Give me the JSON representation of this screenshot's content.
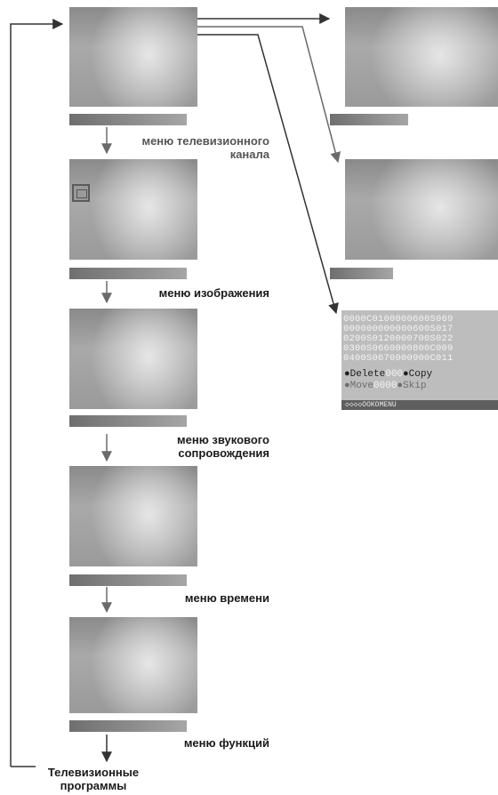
{
  "menus": [
    {
      "id": "channel",
      "line1": "меню телевизионного",
      "line2": "канала"
    },
    {
      "id": "picture",
      "line1": "меню изображения",
      "line2": ""
    },
    {
      "id": "sound",
      "line1": "меню звукового",
      "line2": "сопровождения"
    },
    {
      "id": "time",
      "line1": "меню времени",
      "line2": ""
    },
    {
      "id": "function",
      "line1": "меню функций",
      "line2": ""
    }
  ],
  "bottom_label": {
    "line1": "Телевизионные",
    "line2": "программы"
  },
  "program_table": {
    "rows": [
      "0000C0100000600S069",
      "000000000000600S017",
      "0200S0120000700S022",
      "0300S0660000800C009",
      "0400S0670000900C011"
    ],
    "options": [
      {
        "left": "Delete",
        "right": "Copy",
        "left_marker": "●",
        "mid": "000",
        "right_marker": "●"
      },
      {
        "left": "Move",
        "right": "Skip",
        "left_marker": "●",
        "mid": "0000",
        "right_marker": "●"
      }
    ],
    "footer": "◇◇◇◇OOKOMENU"
  },
  "colors": {
    "line": "#333333",
    "bar": "#808080",
    "screen": "#a0a0a0"
  }
}
